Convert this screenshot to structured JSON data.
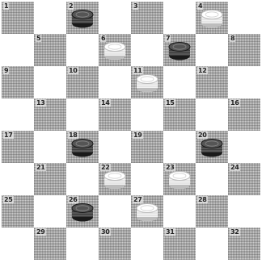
{
  "board": {
    "size": 8,
    "squares": [
      {
        "n": "1",
        "row": 0,
        "col": 0,
        "piece": null
      },
      {
        "n": "2",
        "row": 0,
        "col": 2,
        "piece": "black"
      },
      {
        "n": "3",
        "row": 0,
        "col": 4,
        "piece": null
      },
      {
        "n": "4",
        "row": 0,
        "col": 6,
        "piece": "white"
      },
      {
        "n": "5",
        "row": 1,
        "col": 1,
        "piece": null
      },
      {
        "n": "6",
        "row": 1,
        "col": 3,
        "piece": "white"
      },
      {
        "n": "7",
        "row": 1,
        "col": 5,
        "piece": "black"
      },
      {
        "n": "8",
        "row": 1,
        "col": 7,
        "piece": null
      },
      {
        "n": "9",
        "row": 2,
        "col": 0,
        "piece": null
      },
      {
        "n": "10",
        "row": 2,
        "col": 2,
        "piece": null
      },
      {
        "n": "11",
        "row": 2,
        "col": 4,
        "piece": "white"
      },
      {
        "n": "12",
        "row": 2,
        "col": 6,
        "piece": null
      },
      {
        "n": "13",
        "row": 3,
        "col": 1,
        "piece": null
      },
      {
        "n": "14",
        "row": 3,
        "col": 3,
        "piece": null
      },
      {
        "n": "15",
        "row": 3,
        "col": 5,
        "piece": null
      },
      {
        "n": "16",
        "row": 3,
        "col": 7,
        "piece": null
      },
      {
        "n": "17",
        "row": 4,
        "col": 0,
        "piece": null
      },
      {
        "n": "18",
        "row": 4,
        "col": 2,
        "piece": "black"
      },
      {
        "n": "19",
        "row": 4,
        "col": 4,
        "piece": null
      },
      {
        "n": "20",
        "row": 4,
        "col": 6,
        "piece": "black"
      },
      {
        "n": "21",
        "row": 5,
        "col": 1,
        "piece": null
      },
      {
        "n": "22",
        "row": 5,
        "col": 3,
        "piece": "white"
      },
      {
        "n": "23",
        "row": 5,
        "col": 5,
        "piece": "white"
      },
      {
        "n": "24",
        "row": 5,
        "col": 7,
        "piece": null
      },
      {
        "n": "25",
        "row": 6,
        "col": 0,
        "piece": null
      },
      {
        "n": "26",
        "row": 6,
        "col": 2,
        "piece": "black"
      },
      {
        "n": "27",
        "row": 6,
        "col": 4,
        "piece": "white"
      },
      {
        "n": "28",
        "row": 6,
        "col": 6,
        "piece": null
      },
      {
        "n": "29",
        "row": 7,
        "col": 1,
        "piece": null
      },
      {
        "n": "30",
        "row": 7,
        "col": 3,
        "piece": null
      },
      {
        "n": "31",
        "row": 7,
        "col": 5,
        "piece": null
      },
      {
        "n": "32",
        "row": 7,
        "col": 7,
        "piece": null
      }
    ]
  },
  "colors": {
    "light_square": "#ffffff",
    "dark_square": "#cdcdcd",
    "black_piece": "#3a3a3a",
    "white_piece": "#f2f2f2"
  }
}
